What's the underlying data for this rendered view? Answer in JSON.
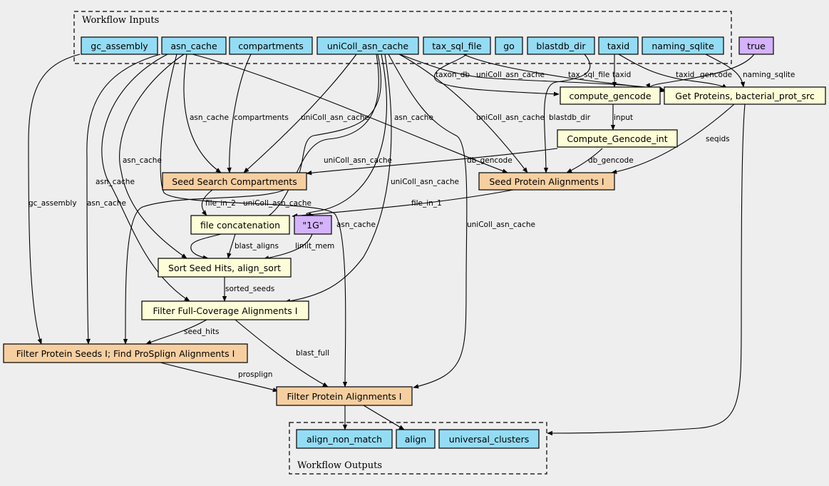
{
  "clusters": {
    "inputs": "Workflow Inputs",
    "outputs": "Workflow Outputs"
  },
  "colors": {
    "io": "#94dcf4",
    "literal": "#d4b3fc",
    "tool": "#fdfdd7",
    "subworkflow": "#f6cfa1",
    "background": "#eeeeee"
  },
  "nodes": {
    "gc_assembly": "gc_assembly",
    "asn_cache": "asn_cache",
    "compartments": "compartments",
    "uniColl_asn_cache": "uniColl_asn_cache",
    "tax_sql_file": "tax_sql_file",
    "go": "go",
    "blastdb_dir": "blastdb_dir",
    "taxid": "taxid",
    "naming_sqlite": "naming_sqlite",
    "true_lit": "true",
    "compute_gencode": "compute_gencode",
    "get_proteins": "Get Proteins, bacterial_prot_src",
    "compute_gencode_int": "Compute_Gencode_int",
    "seed_search": "Seed Search Compartments",
    "seed_protein": "Seed Protein Alignments I",
    "file_concat": "file concatenation",
    "lit_1g": "\"1G\"",
    "sort_seed": "Sort Seed Hits, align_sort",
    "filter_full": "Filter Full-Coverage Alignments I",
    "filter_seeds": "Filter Protein Seeds I; Find ProSplign Alignments I",
    "filter_align": "Filter Protein Alignments I",
    "align_non_match": "align_non_match",
    "align": "align",
    "universal_clusters": "universal_clusters"
  },
  "edge_labels": {
    "taxon_db": "taxon_db",
    "uniColl_to_getprot": "uniColl_asn_cache",
    "tax_sql_file": "tax_sql_file",
    "taxid_to_gencode": "taxid",
    "taxid_to_getprot": "taxid",
    "gencode": "gencode",
    "naming_sqlite": "naming_sqlite",
    "input": "input",
    "asn_to_seedsearch": "asn_cache",
    "compartments": "compartments",
    "uniColl_to_seedsearch": "uniColl_asn_cache",
    "asn_to_seedprot": "asn_cache",
    "uniColl_to_seedprot": "uniColl_asn_cache",
    "blastdb_dir": "blastdb_dir",
    "seqids": "seqids",
    "db_gencode_search": "db_gencode",
    "db_gencode_prot": "db_gencode",
    "asn_to_sort": "asn_cache",
    "uniColl_to_sort": "uniColl_asn_cache",
    "file_in_2": "file_in_2",
    "uniColl_to_concat": "uniColl_asn_cache",
    "file_in_1": "file_in_1",
    "asn_to_filteralign": "asn_cache",
    "uniColl_to_filterfull": "uniColl_asn_cache",
    "uniColl_to_filteralign": "uniColl_asn_cache",
    "asn_to_filterfull": "asn_cache",
    "asn_to_filterseeds": "asn_cache",
    "gc_assembly": "gc_assembly",
    "blast_aligns": "blast_aligns",
    "limit_mem": "limit_mem",
    "sorted_seeds": "sorted_seeds",
    "seed_hits": "seed_hits",
    "blast_full": "blast_full",
    "prosplign": "prosplign"
  }
}
